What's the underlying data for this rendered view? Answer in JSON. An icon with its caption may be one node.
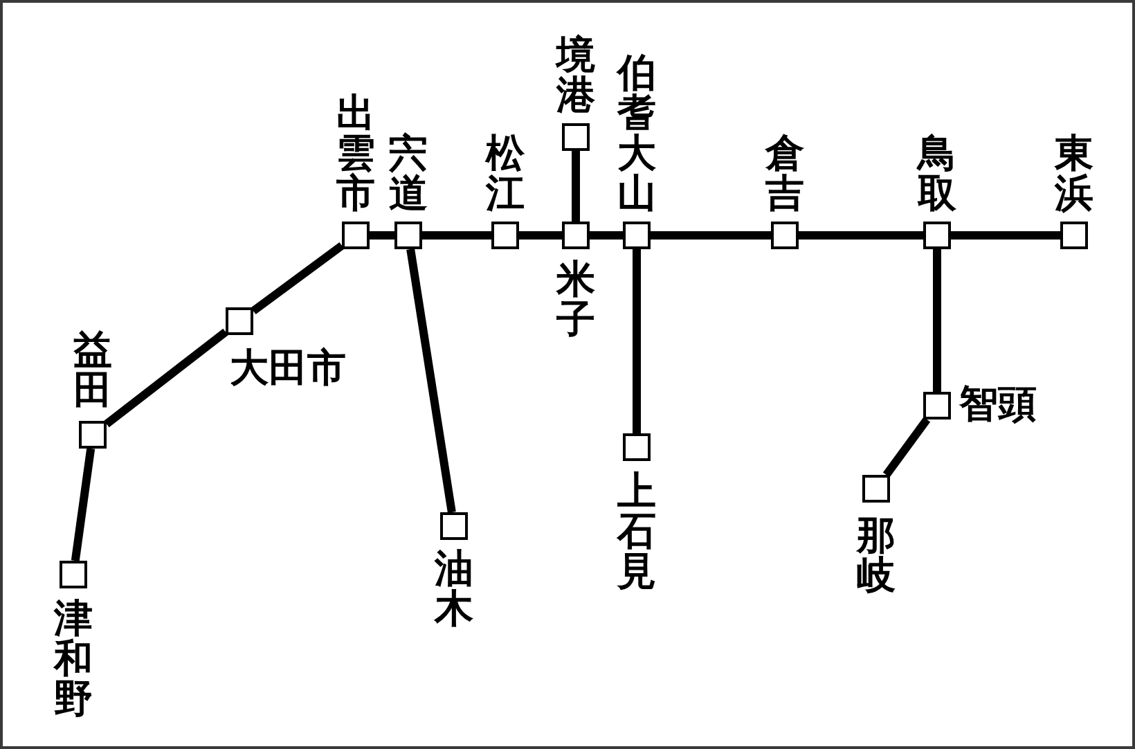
{
  "diagram": {
    "nodes": [
      {
        "text": [],
        "shape": "box",
        "beside": [
          "出雲市"
        ]
      },
      {
        "text": [],
        "shape": "box",
        "beside": [
          "宍道"
        ]
      },
      {
        "text": [],
        "shape": "box",
        "beside": [
          "松江"
        ]
      },
      {
        "text": [],
        "shape": "box",
        "beside": [
          "米子"
        ]
      },
      {
        "text": [],
        "shape": "box",
        "beside": [
          "伯耆大山"
        ]
      },
      {
        "text": [],
        "shape": "box",
        "beside": [
          "倉吉"
        ]
      },
      {
        "text": [],
        "shape": "box",
        "beside": [
          "鳥取"
        ]
      },
      {
        "text": [],
        "shape": "box",
        "beside": [
          "東浜"
        ]
      },
      {
        "text": [],
        "shape": "box",
        "beside": [
          "境港"
        ]
      },
      {
        "text": [],
        "shape": "box",
        "beside": [
          "大田市"
        ]
      },
      {
        "text": [],
        "shape": "box",
        "beside": [
          "益田"
        ]
      },
      {
        "text": [],
        "shape": "box",
        "beside": [
          "津和野"
        ]
      },
      {
        "text": [],
        "shape": "box",
        "beside": [
          "油木"
        ]
      },
      {
        "text": [],
        "shape": "box",
        "beside": [
          "上石見"
        ]
      },
      {
        "text": [],
        "shape": "box",
        "beside": [
          "智頭"
        ]
      },
      {
        "text": [],
        "shape": "box",
        "beside": [
          "那岐"
        ]
      }
    ],
    "edges": [
      {
        "from": 0,
        "to": 1,
        "arrow": "none"
      },
      {
        "from": 1,
        "to": 2,
        "arrow": "none"
      },
      {
        "from": 2,
        "to": 3,
        "arrow": "none"
      },
      {
        "from": 3,
        "to": 4,
        "arrow": "none"
      },
      {
        "from": 4,
        "to": 5,
        "arrow": "none"
      },
      {
        "from": 5,
        "to": 6,
        "arrow": "none"
      },
      {
        "from": 6,
        "to": 7,
        "arrow": "none"
      },
      {
        "from": 3,
        "to": 8,
        "arrow": "none"
      },
      {
        "from": 0,
        "to": 9,
        "arrow": "none"
      },
      {
        "from": 9,
        "to": 10,
        "arrow": "none"
      },
      {
        "from": 10,
        "to": 11,
        "arrow": "none"
      },
      {
        "from": 1,
        "to": 12,
        "arrow": "none"
      },
      {
        "from": 4,
        "to": 13,
        "arrow": "none"
      },
      {
        "from": 6,
        "to": 14,
        "arrow": "none"
      },
      {
        "from": 14,
        "to": 15,
        "arrow": "none"
      }
    ]
  }
}
